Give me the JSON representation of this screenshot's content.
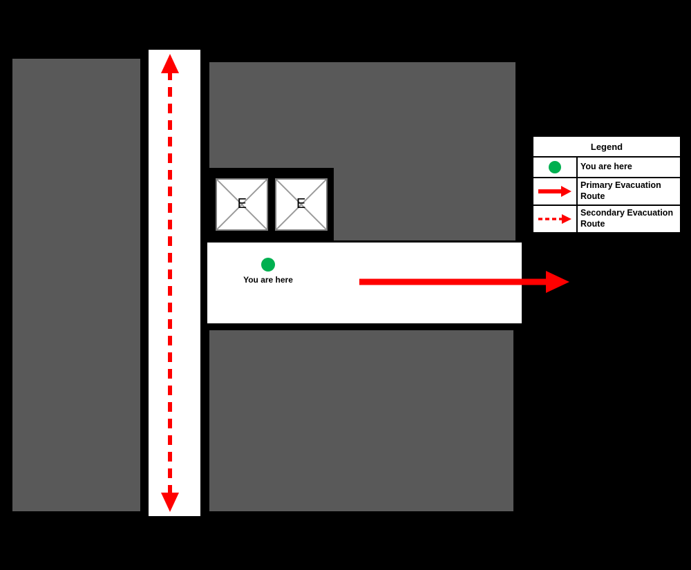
{
  "colors": {
    "background": "#000000",
    "building_block": "#595959",
    "corridor": "#ffffff",
    "route_red": "#ff0000",
    "marker_green": "#00b050"
  },
  "map": {
    "you_are_here_label": "You are here",
    "elevator_labels": [
      "E",
      "E"
    ]
  },
  "legend": {
    "title": "Legend",
    "items": [
      {
        "icon": "you-are-here-dot-icon",
        "label": "You are here"
      },
      {
        "icon": "primary-route-arrow-icon",
        "label": "Primary Evacuation Route"
      },
      {
        "icon": "secondary-route-arrow-icon",
        "label": "Secondary Evacuation Route"
      }
    ]
  }
}
